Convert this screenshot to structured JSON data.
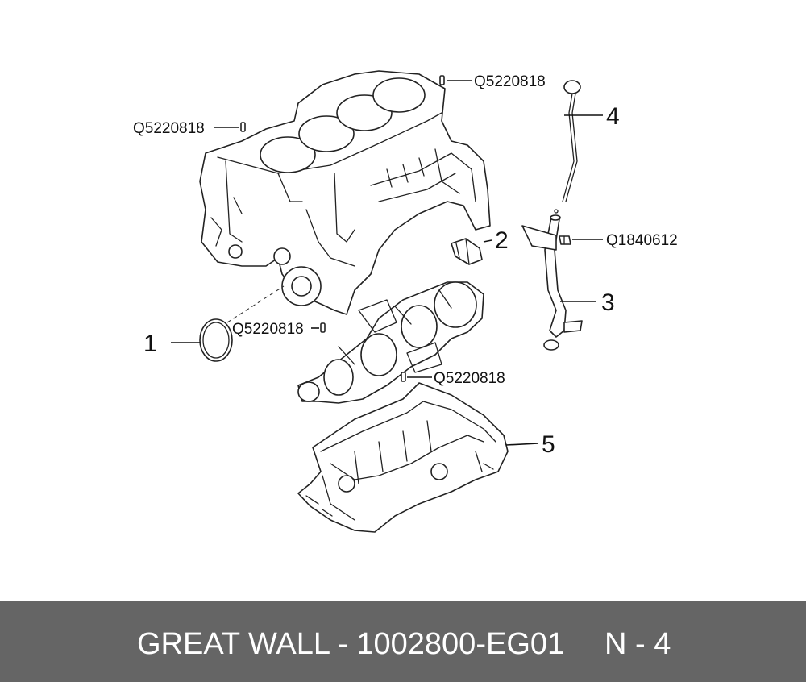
{
  "callouts": {
    "pin_top": "Q5220818",
    "pin_left": "Q5220818",
    "pin_mid": "Q5220818",
    "pin_lower": "Q5220818",
    "bolt": "Q1840612",
    "item_1": "1",
    "item_2": "2",
    "item_3": "3",
    "item_4": "4",
    "item_5": "5"
  },
  "footer": {
    "title": "GREAT WALL - 1002800-EG01",
    "page": "N - 4",
    "background": "#656565",
    "text_color": "#ffffff"
  }
}
